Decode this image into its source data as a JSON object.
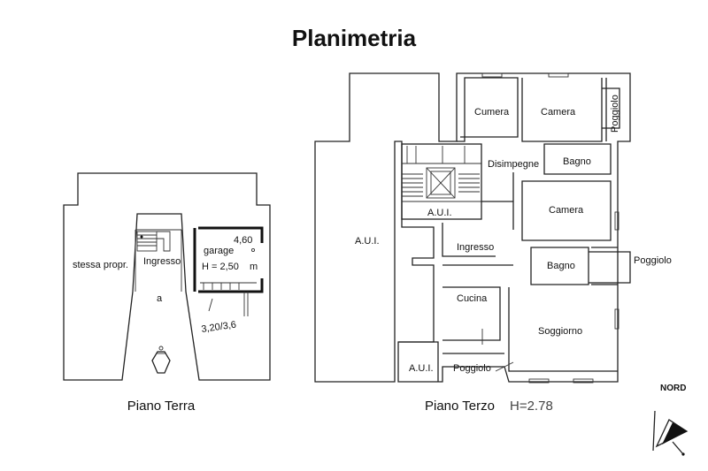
{
  "title": "Planimetria",
  "ground_floor": {
    "caption": "Piano Terra",
    "labels": {
      "stessa": "stessa propr.",
      "ingresso": "Ingresso",
      "garage": "garage",
      "height": "H = 2,50",
      "height_unit": "m",
      "dim_width": "4,60",
      "dim_depth": "3,20/3,6",
      "court": "a"
    }
  },
  "third_floor": {
    "caption": "Piano Terzo",
    "height": "H=2.78",
    "rooms": {
      "aui_left": "A.U.I.",
      "aui_stair": "A.U.I.",
      "aui_bottom": "A.U.I.",
      "cumera": "Cumera",
      "camera_top": "Camera",
      "poggiolo_top": "Poggiolo",
      "disimpegne": "Disimpegne",
      "bagno_top": "Bagno",
      "camera_mid": "Camera",
      "ingresso": "Ingresso",
      "poggiolo_right": "Poggiolo",
      "bagno_mid": "Bagno",
      "cucina": "Cucina",
      "soggiorno": "Soggiorno",
      "poggiolo_bottom": "Poggiolo"
    }
  },
  "compass": {
    "label": "NORD"
  }
}
